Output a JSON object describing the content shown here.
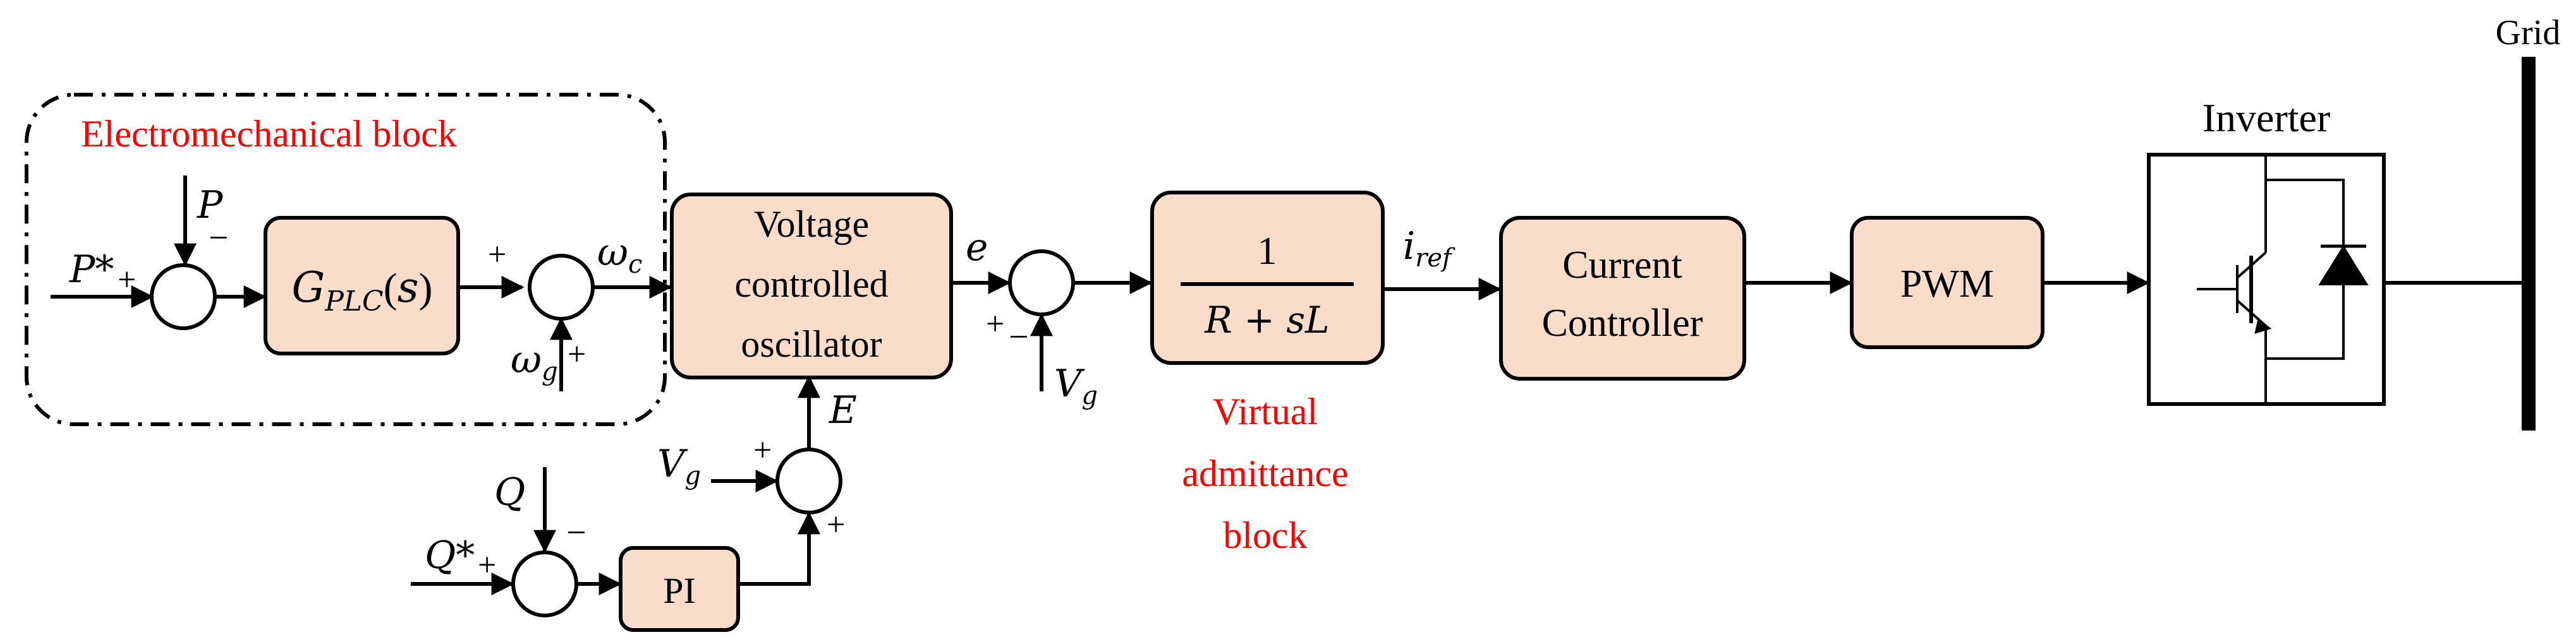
{
  "colors": {
    "block_fill": "#f9dcc9",
    "stroke": "#000000",
    "label_red": "#ff0000",
    "background": "#ffffff"
  },
  "labels": {
    "electromechanical_block": "Electromechanical block",
    "virtual_admittance_line1": "Virtual",
    "virtual_admittance_line2": "admittance",
    "virtual_admittance_line3": "block",
    "inverter": "Inverter",
    "grid": "Grid"
  },
  "blocks": {
    "gplc": "G_PLC(s)",
    "vco_line1": "Voltage",
    "vco_line2": "controlled",
    "vco_line3": "oscillator",
    "admittance_num": "1",
    "admittance_den": "R + sL",
    "current_controller_line1": "Current",
    "current_controller_line2": "Controller",
    "pwm": "PWM",
    "pi": "PI"
  },
  "signals": {
    "p_ref": "P*",
    "p": "P",
    "omega_c": "ωc",
    "omega_g": "ωg",
    "e": "e",
    "v_g": "Vg",
    "i_ref": "iref",
    "e_cap": "E",
    "q": "Q",
    "q_ref": "Q*",
    "gplc_sub": "PLC",
    "omega_c_sub": "c",
    "omega_g_sub": "g",
    "v_g_sub": "g",
    "i_ref_sub": "ref"
  },
  "signs": {
    "plus": "+",
    "minus": "−"
  }
}
